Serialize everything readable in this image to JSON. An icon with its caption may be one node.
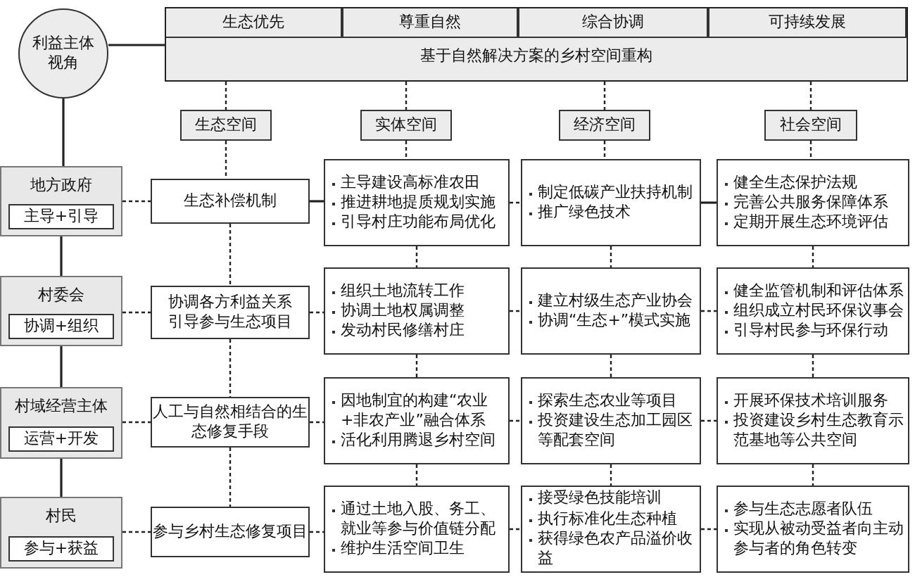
{
  "diagram": {
    "nodes": [
      {
        "text": [
          "利益主体视角"
        ]
      },
      {
        "text": [
          "基于自然解决方案的乡村空间重构"
        ]
      },
      {
        "text": [
          "生态优先"
        ],
        "in": 1
      },
      {
        "text": [
          "尊重自然"
        ],
        "in": 1
      },
      {
        "text": [
          "综合协调"
        ],
        "in": 1
      },
      {
        "text": [
          "可持续发展"
        ],
        "in": 1
      },
      {
        "text": [
          "生态空间"
        ]
      },
      {
        "text": [
          "实体空间"
        ]
      },
      {
        "text": [
          "经济空间"
        ]
      },
      {
        "text": [
          "社会空间"
        ]
      },
      {
        "text": [
          "地方政府"
        ]
      },
      {
        "text": [
          "主导+引导"
        ],
        "in": 10
      },
      {
        "text": [
          "村委会"
        ]
      },
      {
        "text": [
          "协调+组织"
        ],
        "in": 12
      },
      {
        "text": [
          "村域经营主体"
        ]
      },
      {
        "text": [
          "运营+开发"
        ],
        "in": 14
      },
      {
        "text": [
          "村民"
        ]
      },
      {
        "text": [
          "参与+获益"
        ],
        "in": 16
      },
      {
        "text": [
          "生态补偿机制"
        ]
      },
      {
        "text": [
          "主导建设高标准农田",
          "推进耕地提质规划实施",
          "引导村庄功能布局优化"
        ]
      },
      {
        "text": [
          "制定低碳产业扶持机制",
          "推广绿色技术"
        ]
      },
      {
        "text": [
          "健全生态保护法规",
          "完善公共服务保障体系",
          "定期开展生态环境评估"
        ]
      },
      {
        "text": [
          "协调各方利益关系",
          "引导参与生态项目"
        ]
      },
      {
        "text": [
          "组织土地流转工作",
          "协调土地权属调整",
          "发动村民修缮村庄"
        ]
      },
      {
        "text": [
          "建立村级生态产业协会",
          "协调“生态+”模式实施"
        ]
      },
      {
        "text": [
          "健全监管机制和评估体系",
          "组织成立村民环保议事会",
          "引导村民参与环保行动"
        ]
      },
      {
        "text": [
          "人工与自然相结合的生态修复手段"
        ]
      },
      {
        "text": [
          "因地制宜的构建“农业+非农产业”融合体系",
          "活化利用腾退乡村空间"
        ]
      },
      {
        "text": [
          "探索生态农业等项目",
          "投资建设生态加工园区等配套空间"
        ]
      },
      {
        "text": [
          "开展环保技术培训服务",
          "投资建设乡村生态教育示范基地等公共空间"
        ]
      },
      {
        "text": [
          "参与乡村生态修复项目"
        ]
      },
      {
        "text": [
          "通过土地入股、务工、就业等参与价值链分配",
          "维护生活空间卫生"
        ]
      },
      {
        "text": [
          "接受绿色技能培训",
          "执行标准化生态种植",
          "获得绿色农产品溢价收益"
        ]
      },
      {
        "text": [
          "参与生态志愿者队伍",
          "实现从被动受益者向主动参与者的角色转变"
        ]
      }
    ],
    "edges": [
      {
        "from": 0,
        "to": 1,
        "arrow": "none"
      },
      {
        "from": 1,
        "to": 6,
        "arrow": "none",
        "style": "dashed"
      },
      {
        "from": 1,
        "to": 7,
        "arrow": "none",
        "style": "dashed"
      },
      {
        "from": 1,
        "to": 8,
        "arrow": "none",
        "style": "dashed"
      },
      {
        "from": 1,
        "to": 9,
        "arrow": "none",
        "style": "dashed"
      },
      {
        "from": 0,
        "to": 10,
        "arrow": "none"
      },
      {
        "from": 10,
        "to": 12,
        "arrow": "none"
      },
      {
        "from": 12,
        "to": 14,
        "arrow": "none"
      },
      {
        "from": 14,
        "to": 16,
        "arrow": "none"
      },
      {
        "from": 10,
        "to": 18,
        "arrow": "none",
        "style": "dashed"
      },
      {
        "from": 18,
        "to": 19,
        "arrow": "none"
      },
      {
        "from": 19,
        "to": 20,
        "arrow": "none",
        "style": "dashed"
      },
      {
        "from": 20,
        "to": 21,
        "arrow": "none"
      },
      {
        "from": 12,
        "to": 22,
        "arrow": "none",
        "style": "dashed"
      },
      {
        "from": 22,
        "to": 23,
        "arrow": "none",
        "style": "dashed"
      },
      {
        "from": 23,
        "to": 24,
        "arrow": "none",
        "style": "dashed"
      },
      {
        "from": 24,
        "to": 25,
        "arrow": "none",
        "style": "dashed"
      },
      {
        "from": 14,
        "to": 26,
        "arrow": "none",
        "style": "dashed"
      },
      {
        "from": 26,
        "to": 27,
        "arrow": "none",
        "style": "dashed"
      },
      {
        "from": 27,
        "to": 28,
        "arrow": "none",
        "style": "dashed"
      },
      {
        "from": 28,
        "to": 29,
        "arrow": "none",
        "style": "dashed"
      },
      {
        "from": 16,
        "to": 30,
        "arrow": "none",
        "style": "dashed"
      },
      {
        "from": 30,
        "to": 31,
        "arrow": "none",
        "style": "dashed"
      },
      {
        "from": 31,
        "to": 32,
        "arrow": "none",
        "style": "dashed"
      },
      {
        "from": 32,
        "to": 33,
        "arrow": "none",
        "style": "dashed"
      },
      {
        "from": 6,
        "to": 18,
        "arrow": "none",
        "style": "dashed"
      },
      {
        "from": 18,
        "to": 22,
        "arrow": "none",
        "style": "dashed"
      },
      {
        "from": 22,
        "to": 26,
        "arrow": "none",
        "style": "dashed"
      },
      {
        "from": 26,
        "to": 30,
        "arrow": "none",
        "style": "dashed"
      },
      {
        "from": 7,
        "to": 19,
        "arrow": "none",
        "style": "dashed"
      },
      {
        "from": 19,
        "to": 23,
        "arrow": "none",
        "style": "dashed"
      },
      {
        "from": 23,
        "to": 27,
        "arrow": "none",
        "style": "dashed"
      },
      {
        "from": 27,
        "to": 31,
        "arrow": "none",
        "style": "dashed"
      },
      {
        "from": 8,
        "to": 20,
        "arrow": "none",
        "style": "dashed"
      },
      {
        "from": 20,
        "to": 24,
        "arrow": "none",
        "style": "dashed"
      },
      {
        "from": 24,
        "to": 28,
        "arrow": "none",
        "style": "dashed"
      },
      {
        "from": 28,
        "to": 32,
        "arrow": "none",
        "style": "dashed"
      },
      {
        "from": 9,
        "to": 21,
        "arrow": "none",
        "style": "dashed"
      },
      {
        "from": 21,
        "to": 25,
        "arrow": "none",
        "style": "dashed"
      },
      {
        "from": 25,
        "to": 29,
        "arrow": "none",
        "style": "dashed"
      },
      {
        "from": 29,
        "to": 33,
        "arrow": "none",
        "style": "dashed"
      }
    ]
  }
}
